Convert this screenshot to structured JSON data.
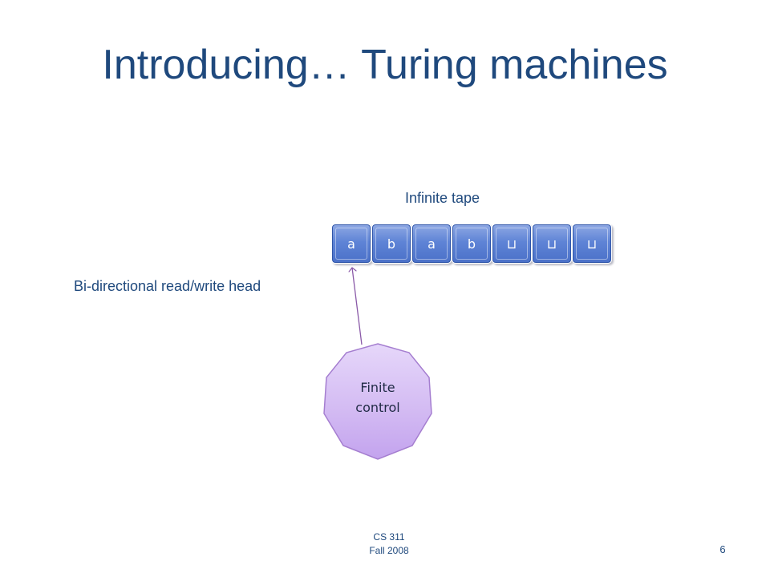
{
  "title": "Introducing… Turing machines",
  "diagram": {
    "tape_label": "Infinite tape",
    "head_label": "Bi-directional read/write head",
    "tape_cells": [
      "a",
      "b",
      "a",
      "b",
      "⊔",
      "⊔",
      "⊔"
    ],
    "control_label_line1": "Finite",
    "control_label_line2": "control"
  },
  "footer": {
    "course": "CS 311",
    "term": "Fall 2008",
    "page_number": "6"
  },
  "colors": {
    "title": "#1f497d",
    "tape_cell_fill": "#5f84d6",
    "control_fill": "#d3b8f2",
    "control_stroke": "#a57ed0",
    "arrow": "#8a5aa8"
  }
}
